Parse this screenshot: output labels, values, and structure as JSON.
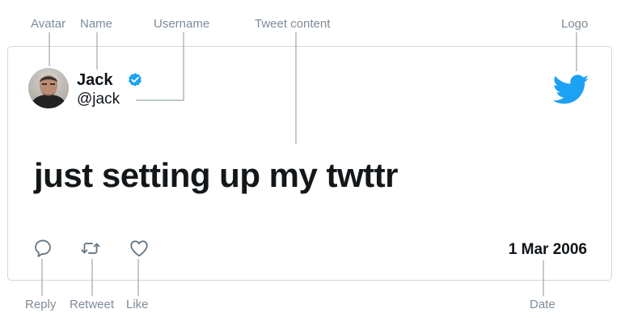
{
  "annotations": {
    "avatar": "Avatar",
    "name": "Name",
    "username": "Username",
    "tweet_content": "Tweet content",
    "logo": "Logo",
    "reply": "Reply",
    "retweet": "Retweet",
    "like": "Like",
    "date": "Date"
  },
  "tweet": {
    "name": "Jack",
    "username": "@jack",
    "verified": true,
    "content": "just setting up my twttr",
    "date": "1 Mar 2006"
  },
  "icons": {
    "verified": "verified-badge-icon",
    "logo": "twitter-bird-icon",
    "reply": "reply-bubble-icon",
    "retweet": "retweet-arrows-icon",
    "like": "heart-icon"
  },
  "colors": {
    "annotation_text": "#7f8b97",
    "leader_line": "#9aa6b1",
    "card_border": "#cfd9de",
    "brand_blue": "#1da1f2",
    "text_dark": "#0f1419"
  }
}
